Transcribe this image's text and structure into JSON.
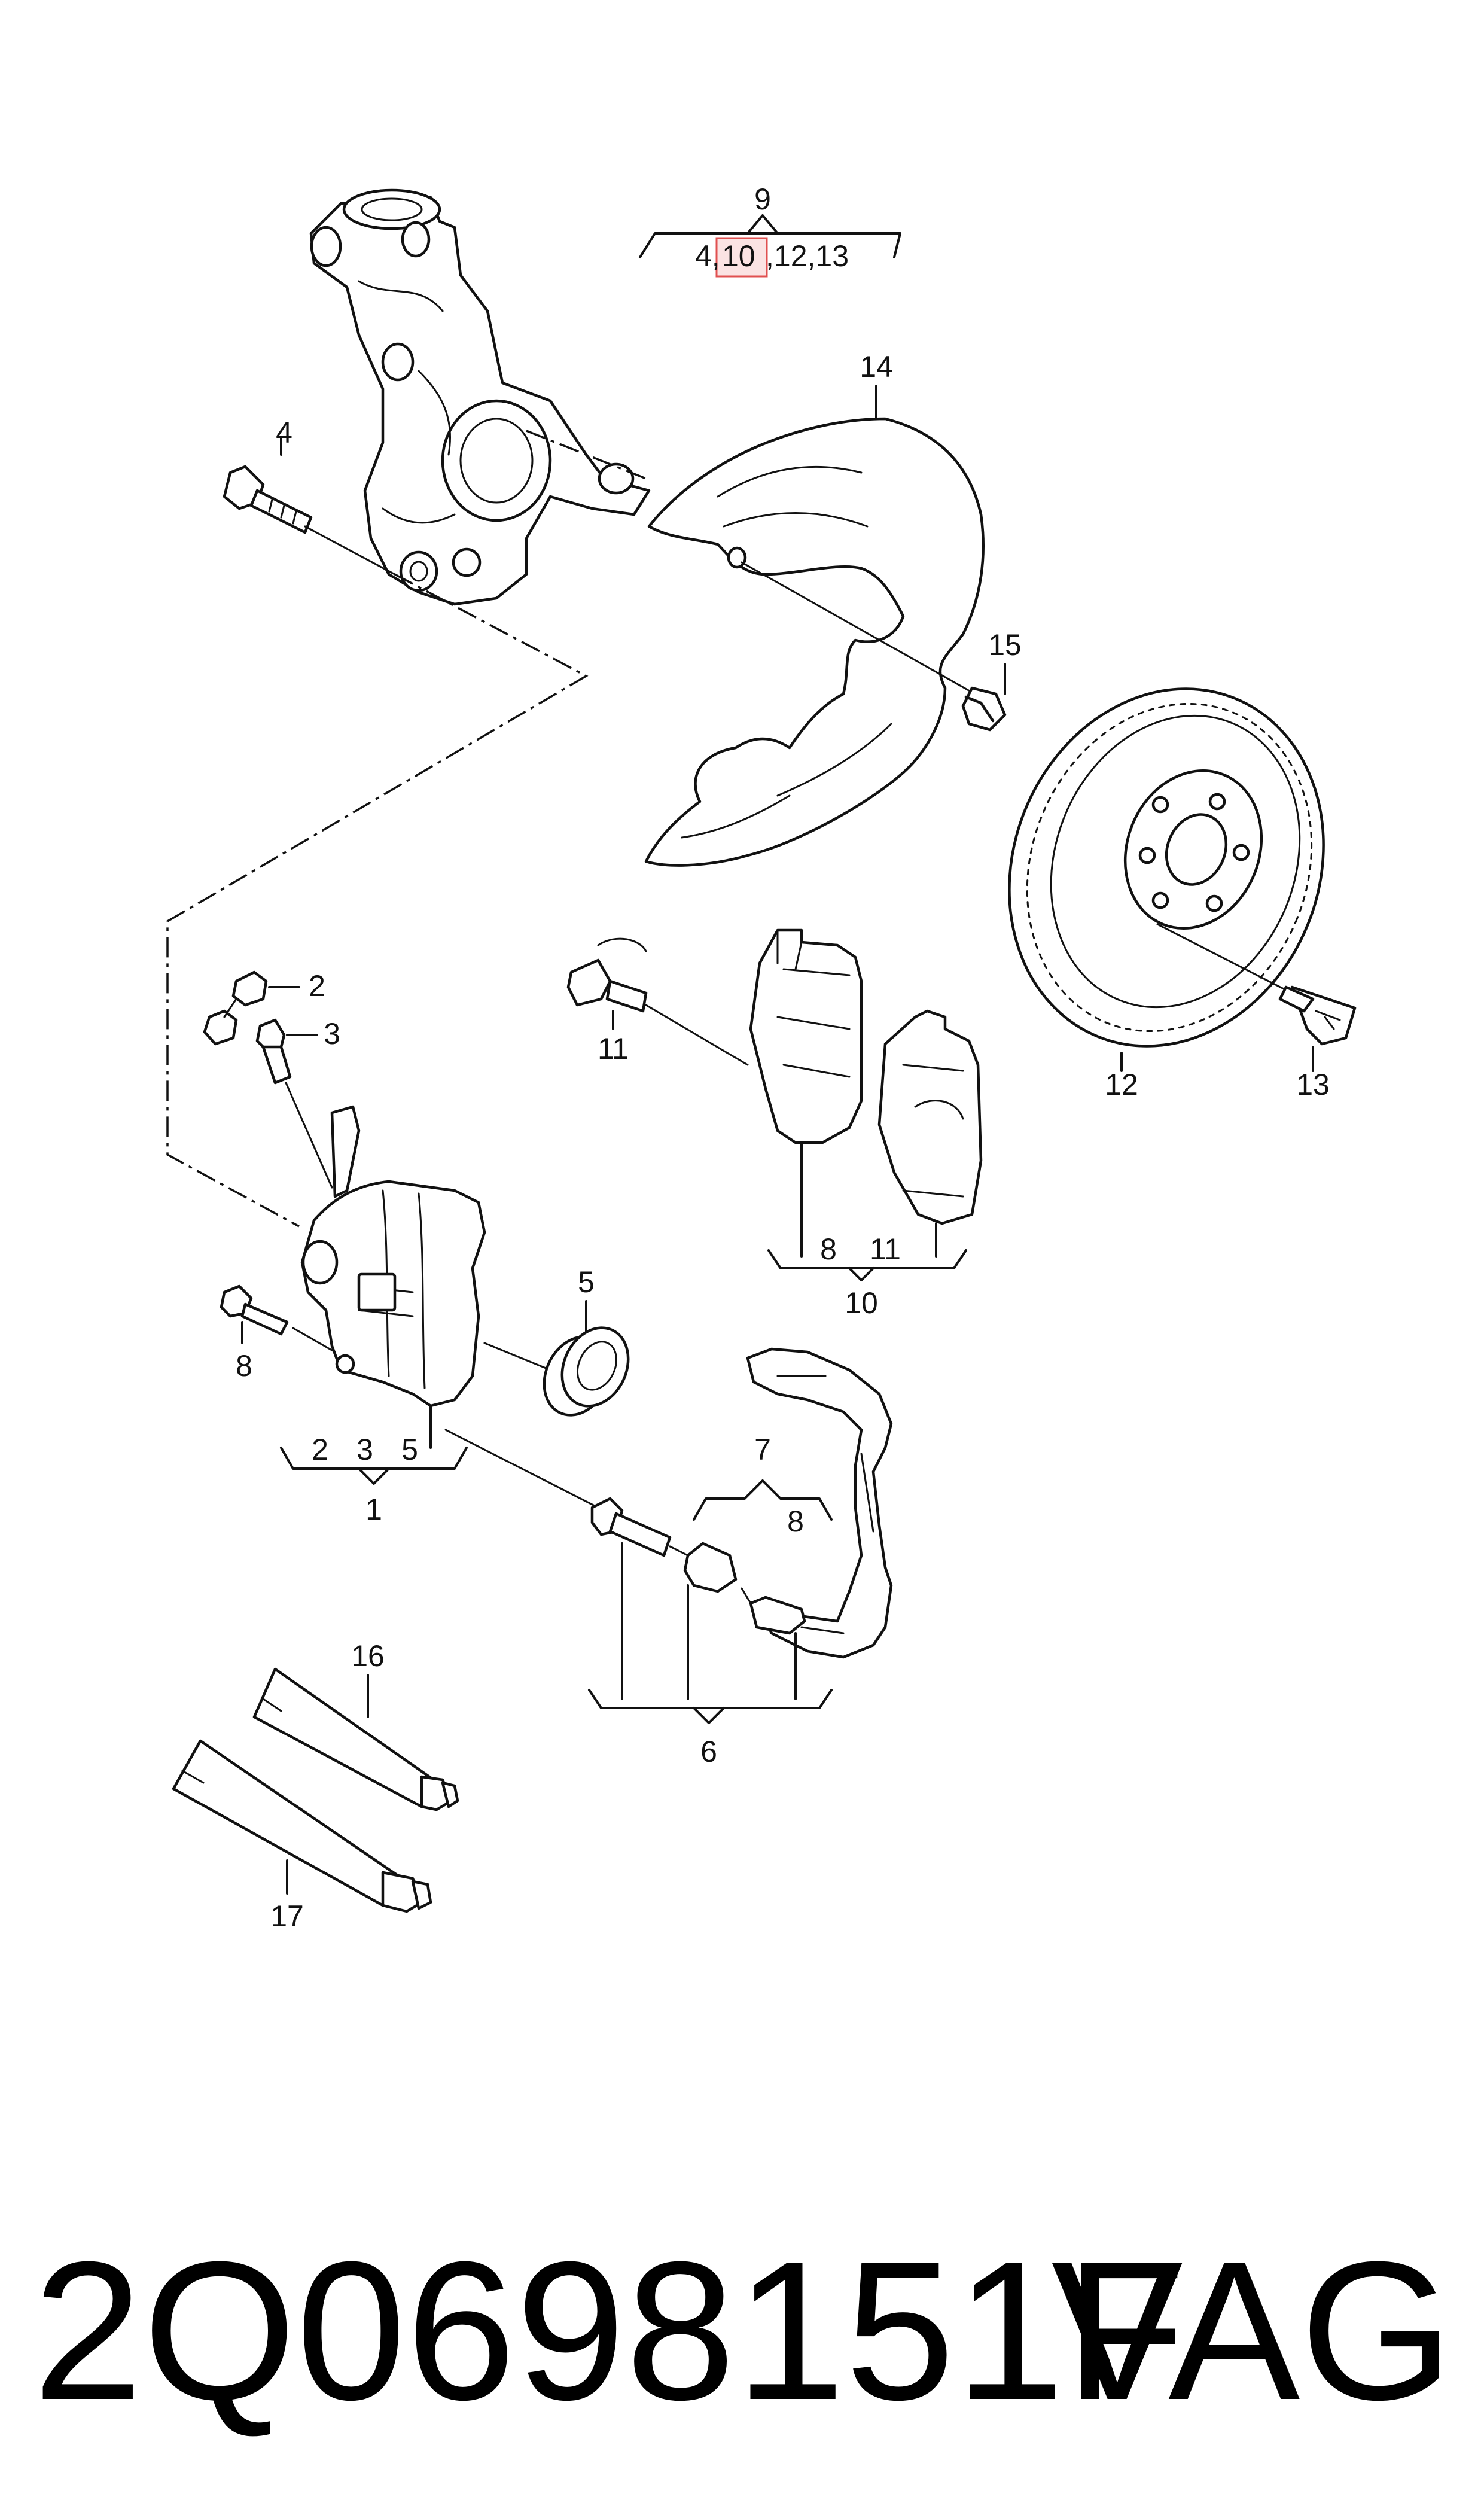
{
  "callouts": {
    "c1": "1",
    "c2": "2",
    "c2b": "2",
    "c3": "3",
    "c3b": "3",
    "c4": "4",
    "c5": "5",
    "c5b": "5",
    "c6": "6",
    "c7": "7",
    "c8a": "8",
    "c8b": "8",
    "c8c": "8",
    "c9": "9",
    "c10": "10",
    "c11a": "11",
    "c11b": "11",
    "c12": "12",
    "c13": "13",
    "c14": "14",
    "c15": "15",
    "c16": "16",
    "c17": "17"
  },
  "kit_header": {
    "item_4": "4,",
    "item_10": "10",
    "item_12_13": ",12,13"
  },
  "footer": {
    "part_number": "2Q0698151F",
    "brand": "VAG"
  },
  "highlight_color": "#e05050"
}
